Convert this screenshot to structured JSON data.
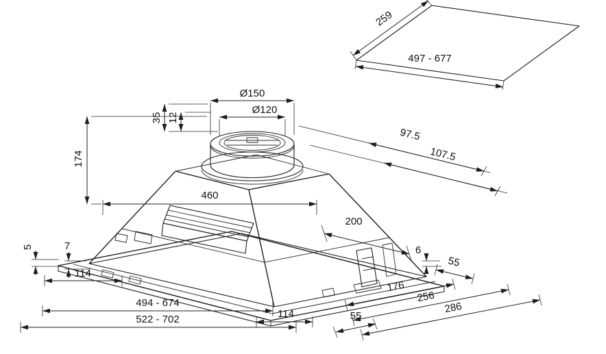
{
  "ceiling_cutout": {
    "depth": "259",
    "width_range": "497 - 677"
  },
  "duct": {
    "outer_diameter": "Ø150",
    "inner_diameter": "Ø120",
    "collar_height": "35",
    "flange_height": "12"
  },
  "body": {
    "height": "174",
    "width": "460",
    "depth": "200",
    "duct_to_back": "97.5",
    "duct_to_front": "107.5"
  },
  "base": {
    "lip_height": "5",
    "lip_inset": "7",
    "side_offset_left": "114",
    "inner_width_range": "494 - 674",
    "outer_width_range": "522 - 702",
    "front_offset": "114",
    "front_corner_offset": "55",
    "depth_a": "176",
    "depth_b": "256",
    "depth_c": "286",
    "edge_lip": "6",
    "back_corner_offset": "55"
  }
}
